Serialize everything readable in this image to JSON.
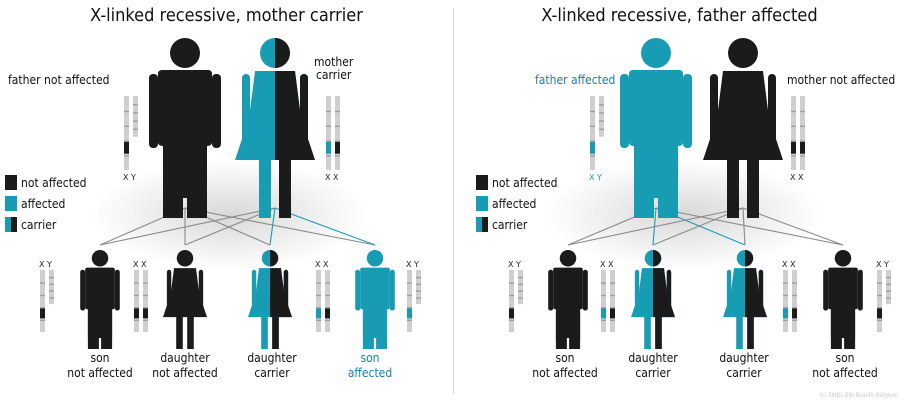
{
  "colors": {
    "teal": "#189cb3",
    "black": "#1b1b1b",
    "label_teal": "#1a7fa6"
  },
  "legend": {
    "not_affected": "not affected",
    "affected": "affected",
    "carrier": "carrier"
  },
  "left": {
    "title": "X-linked recessive, mother carrier",
    "father": "father not affected",
    "mother_1": "mother",
    "mother_2": "carrier",
    "parents_chrom": [
      "X",
      "Y",
      "X",
      "X"
    ],
    "children": [
      {
        "line1": "son",
        "line2": "not affected",
        "chrom": "X Y",
        "status": "not_affected"
      },
      {
        "line1": "daughter",
        "line2": "not affected",
        "chrom": "X X",
        "status": "not_affected"
      },
      {
        "line1": "daughter",
        "line2": "carrier",
        "chrom": "X X",
        "status": "carrier"
      },
      {
        "line1": "son",
        "line2": "affected",
        "chrom": "X Y",
        "status": "affected"
      }
    ]
  },
  "right": {
    "title": "X-linked recessive, father affected",
    "father": "father affected",
    "mother": "mother not affected",
    "parents_chrom": [
      "X",
      "Y",
      "X",
      "X"
    ],
    "children": [
      {
        "line1": "son",
        "line2": "not affected",
        "chrom": "X Y",
        "status": "not_affected"
      },
      {
        "line1": "daughter",
        "line2": "carrier",
        "chrom": "X X",
        "status": "carrier"
      },
      {
        "line1": "daughter",
        "line2": "carrier",
        "chrom": "X X",
        "status": "carrier"
      },
      {
        "line1": "son",
        "line2": "not affected",
        "chrom": "X Y",
        "status": "not_affected"
      }
    ]
  },
  "credit": "(c) EMBL-EBI Bioinfo Belgium"
}
